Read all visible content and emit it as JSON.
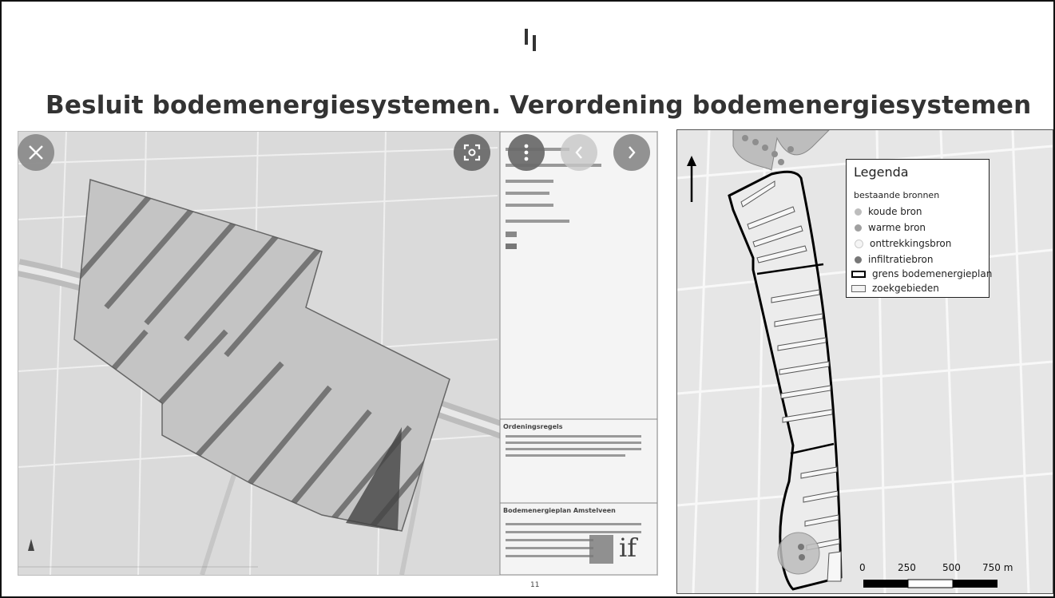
{
  "slide": {
    "title": "Besluit bodemenergiesystemen. Verordening bodemenergiesystemen",
    "page_number": "11"
  },
  "viewer_controls": {
    "close_icon": "close-icon",
    "scan_icon": "scan-icon",
    "more_icon": "more-vertical-icon",
    "prev_icon": "chevron-left-icon",
    "next_icon": "chevron-right-icon"
  },
  "left_map": {
    "panel_heading_1": "Ordeningsregels",
    "panel_heading_2": "Bodemenergieplan Amstelveen",
    "logo_text": "if"
  },
  "right_map": {
    "north_arrow": "north-arrow-icon",
    "legend": {
      "title": "Legenda",
      "subtitle": "bestaande bronnen",
      "items": [
        {
          "label": "koude bron",
          "color": "#bdbdbd"
        },
        {
          "label": "warme bron",
          "color": "#a0a0a0"
        },
        {
          "label": "onttrekkingsbron",
          "color": "#f5f5f5"
        },
        {
          "label": "infiltratiebron",
          "color": "#777777"
        },
        {
          "label": "grens bodemenergieplan",
          "swatch": "outline"
        },
        {
          "label": "zoekgebieden",
          "swatch": "hatch"
        }
      ]
    },
    "scale_labels": [
      "0",
      "250",
      "500",
      "750 m"
    ]
  }
}
